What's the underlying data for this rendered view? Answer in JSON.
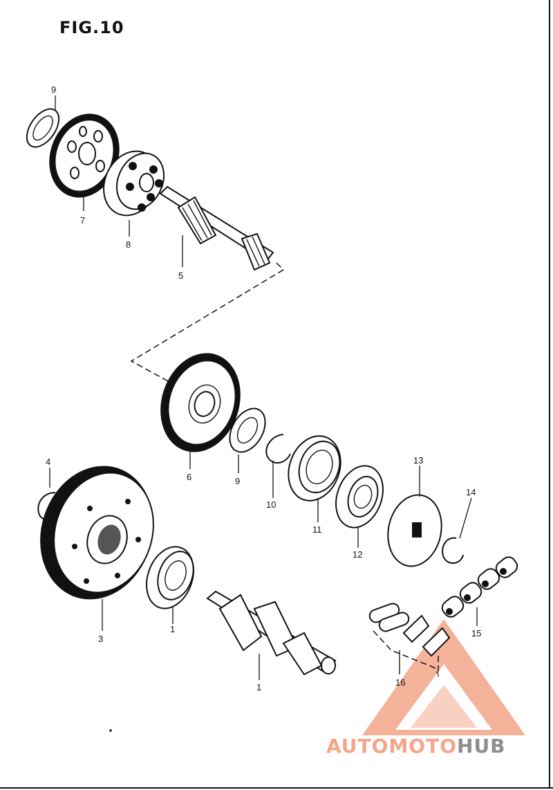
{
  "figure": {
    "title": "FIG.10"
  },
  "parts": [
    {
      "id": "p9a",
      "label": "9"
    },
    {
      "id": "p7",
      "label": "7"
    },
    {
      "id": "p8",
      "label": "8"
    },
    {
      "id": "p5",
      "label": "5"
    },
    {
      "id": "p6",
      "label": "6"
    },
    {
      "id": "p9b",
      "label": "9"
    },
    {
      "id": "p10",
      "label": "10"
    },
    {
      "id": "p11",
      "label": "11"
    },
    {
      "id": "p12",
      "label": "12"
    },
    {
      "id": "p13",
      "label": "13"
    },
    {
      "id": "p14",
      "label": "14"
    },
    {
      "id": "p4",
      "label": "4"
    },
    {
      "id": "p3",
      "label": "3"
    },
    {
      "id": "p1a",
      "label": "1"
    },
    {
      "id": "p1b",
      "label": "1"
    },
    {
      "id": "p15",
      "label": "15"
    },
    {
      "id": "p16",
      "label": "16"
    }
  ],
  "watermark": {
    "brand_part1": "AUTOMOTO",
    "brand_part2": "HUB",
    "color_primary": "#f4a58a",
    "color_secondary": "#8d8d8d"
  }
}
